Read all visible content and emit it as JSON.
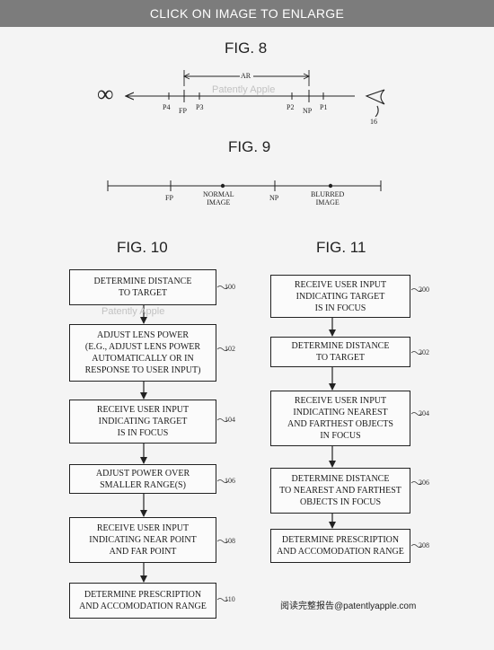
{
  "banner": {
    "text": "CLICK ON IMAGE TO ENLARGE"
  },
  "fig8": {
    "title": "FIG. 8",
    "infinity": "∞",
    "range_label": "AR",
    "points": {
      "p4": "P4",
      "fp": "FP",
      "p3": "P3",
      "p2": "P2",
      "np": "NP",
      "p1": "P1"
    },
    "eye_ref": "16"
  },
  "fig9": {
    "title": "FIG. 9",
    "fp": "FP",
    "normal_image": "NORMAL\nIMAGE",
    "np": "NP",
    "blurred_image": "BLURRED\nIMAGE"
  },
  "fig10": {
    "title": "FIG. 10",
    "steps": [
      {
        "text": "DETERMINE DISTANCE\nTO TARGET",
        "ref": "100"
      },
      {
        "text": "ADJUST LENS POWER\n(E.G., ADJUST LENS POWER\nAUTOMATICALLY OR IN\nRESPONSE TO USER INPUT)",
        "ref": "102"
      },
      {
        "text": "RECEIVE USER INPUT\nINDICATING TARGET\nIS IN FOCUS",
        "ref": "104"
      },
      {
        "text": "ADJUST POWER OVER\nSMALLER RANGE(S)",
        "ref": "106"
      },
      {
        "text": "RECEIVE USER INPUT\nINDICATING NEAR POINT\nAND FAR POINT",
        "ref": "108"
      },
      {
        "text": "DETERMINE PRESCRIPTION\nAND ACCOMODATION RANGE",
        "ref": "110"
      }
    ]
  },
  "fig11": {
    "title": "FIG. 11",
    "steps": [
      {
        "text": "RECEIVE USER INPUT\nINDICATING TARGET\nIS IN FOCUS",
        "ref": "200"
      },
      {
        "text": "DETERMINE DISTANCE\nTO TARGET",
        "ref": "202"
      },
      {
        "text": "RECEIVE USER INPUT\nINDICATING NEAREST\nAND FARTHEST OBJECTS\nIN FOCUS",
        "ref": "204"
      },
      {
        "text": "DETERMINE DISTANCE\nTO NEAREST AND FARTHEST\nOBJECTS IN FOCUS",
        "ref": "206"
      },
      {
        "text": "DETERMINE PRESCRIPTION\nAND ACCOMODATION RANGE",
        "ref": "208"
      }
    ]
  },
  "watermarks": {
    "fig8": "Patently Apple",
    "fig10": "Patently Apple"
  },
  "footer": {
    "note": "阅读完整报告@patentlyapple.com"
  }
}
